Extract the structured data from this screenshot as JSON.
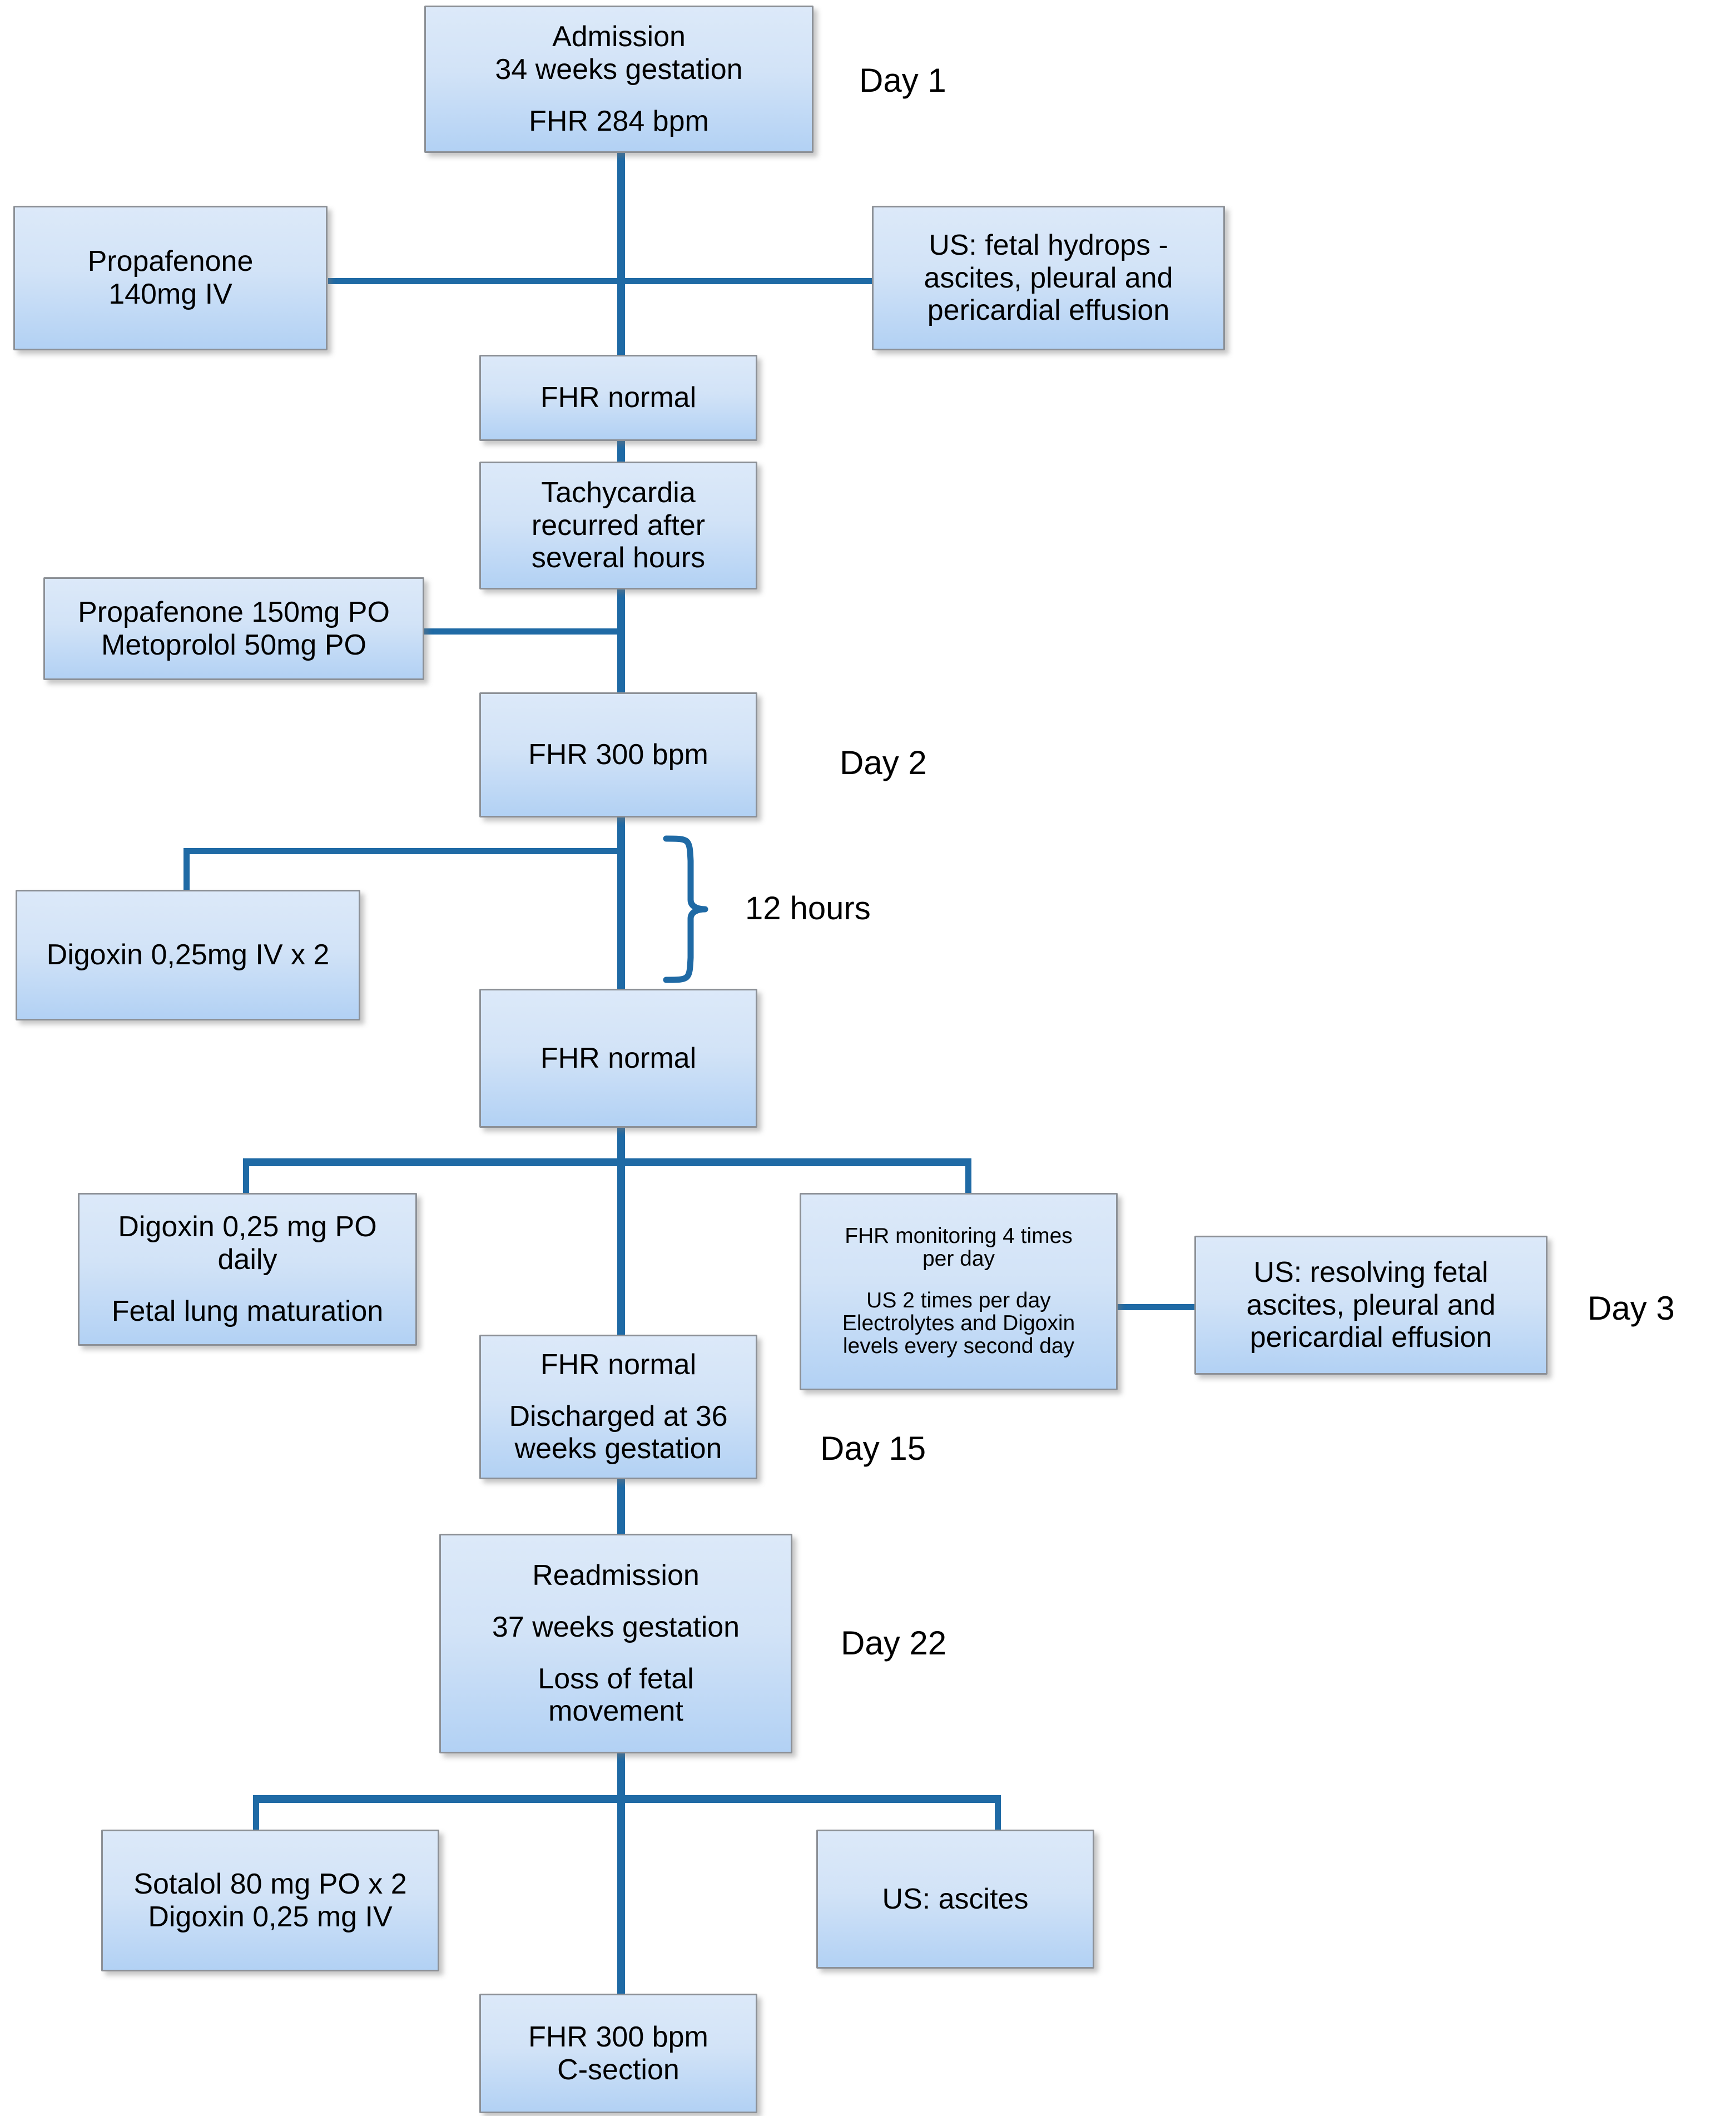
{
  "diagram": {
    "title": "Fetal tachycardia clinical timeline flowchart",
    "accent_color": "#1f6aa5",
    "box_fill_top": "#dce9f9",
    "box_fill_bottom": "#b2d1f4",
    "box_border": "#8c9096"
  },
  "nodes": {
    "admission": {
      "line1": "Admission",
      "line2": "34 weeks gestation",
      "line3": "FHR 284 bpm"
    },
    "propafenone_iv": {
      "line1": "Propafenone",
      "line2": "140mg IV"
    },
    "us_hydrops": {
      "line1": "US: fetal hydrops -",
      "line2": "ascites, pleural and",
      "line3": "pericardial effusion"
    },
    "fhr_normal_1": {
      "line1": "FHR normal"
    },
    "tachycardia_recurred": {
      "line1": "Tachycardia",
      "line2": "recurred after",
      "line3": "several hours"
    },
    "propafenone_metoprolol_po": {
      "line1": "Propafenone 150mg PO",
      "line2": "Metoprolol 50mg PO"
    },
    "fhr_300_day2": {
      "line1": "FHR 300 bpm"
    },
    "digoxin_iv": {
      "line1": "Digoxin 0,25mg IV x 2"
    },
    "fhr_normal_2": {
      "line1": "FHR normal"
    },
    "digoxin_po_daily": {
      "line1": "Digoxin 0,25 mg PO",
      "line2": "daily",
      "line3": "Fetal lung maturation"
    },
    "monitoring": {
      "line1": "FHR monitoring 4 times",
      "line2": "per day",
      "line3": "US 2 times per day",
      "line4": "Electrolytes and Digoxin",
      "line5": "levels every second day"
    },
    "us_resolving": {
      "line1": "US: resolving fetal",
      "line2": "ascites, pleural and",
      "line3": "pericardial effusion"
    },
    "discharged": {
      "line1": "FHR normal",
      "line2": "Discharged at 36",
      "line3": "weeks gestation"
    },
    "readmission": {
      "line1": "Readmission",
      "line2": "37 weeks gestation",
      "line3": "Loss of fetal",
      "line4": "movement"
    },
    "sotalol_digoxin": {
      "line1": "Sotalol 80 mg PO x 2",
      "line2": "Digoxin 0,25 mg IV"
    },
    "us_ascites": {
      "line1": "US: ascites"
    },
    "fhr_300_csection": {
      "line1": "FHR 300 bpm",
      "line2": "C-section"
    }
  },
  "annotations": {
    "day1": "Day 1",
    "day2": "Day 2",
    "day3": "Day 3",
    "day15": "Day 15",
    "day22": "Day 22",
    "twelve_hours": "12 hours"
  }
}
